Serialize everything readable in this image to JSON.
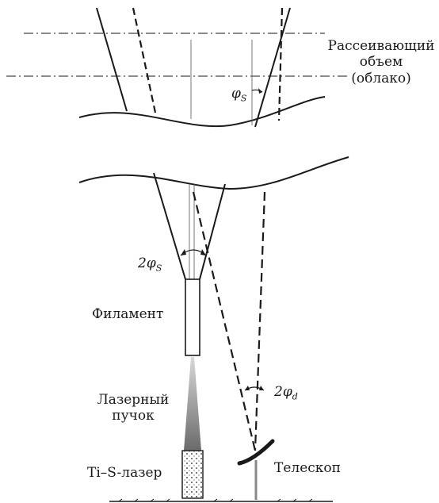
{
  "labels": {
    "scatter_line1": "Рассеивающий",
    "scatter_line2": "объем",
    "scatter_line3": "(облако)",
    "filament": "Филамент",
    "beam_line1": "Лазерный",
    "beam_line2": "пучок",
    "laser": "Ti–S-лазер",
    "telescope": "Телескоп"
  },
  "symbols": {
    "phi_s_top_base": "φ",
    "phi_s_top_sub": "S",
    "two_phi_s_base": "2φ",
    "two_phi_s_sub": "S",
    "two_phi_d_base": "2φ",
    "two_phi_d_sub": "d"
  },
  "colors": {
    "line": "#1a1a1a",
    "beam": "#777777"
  }
}
